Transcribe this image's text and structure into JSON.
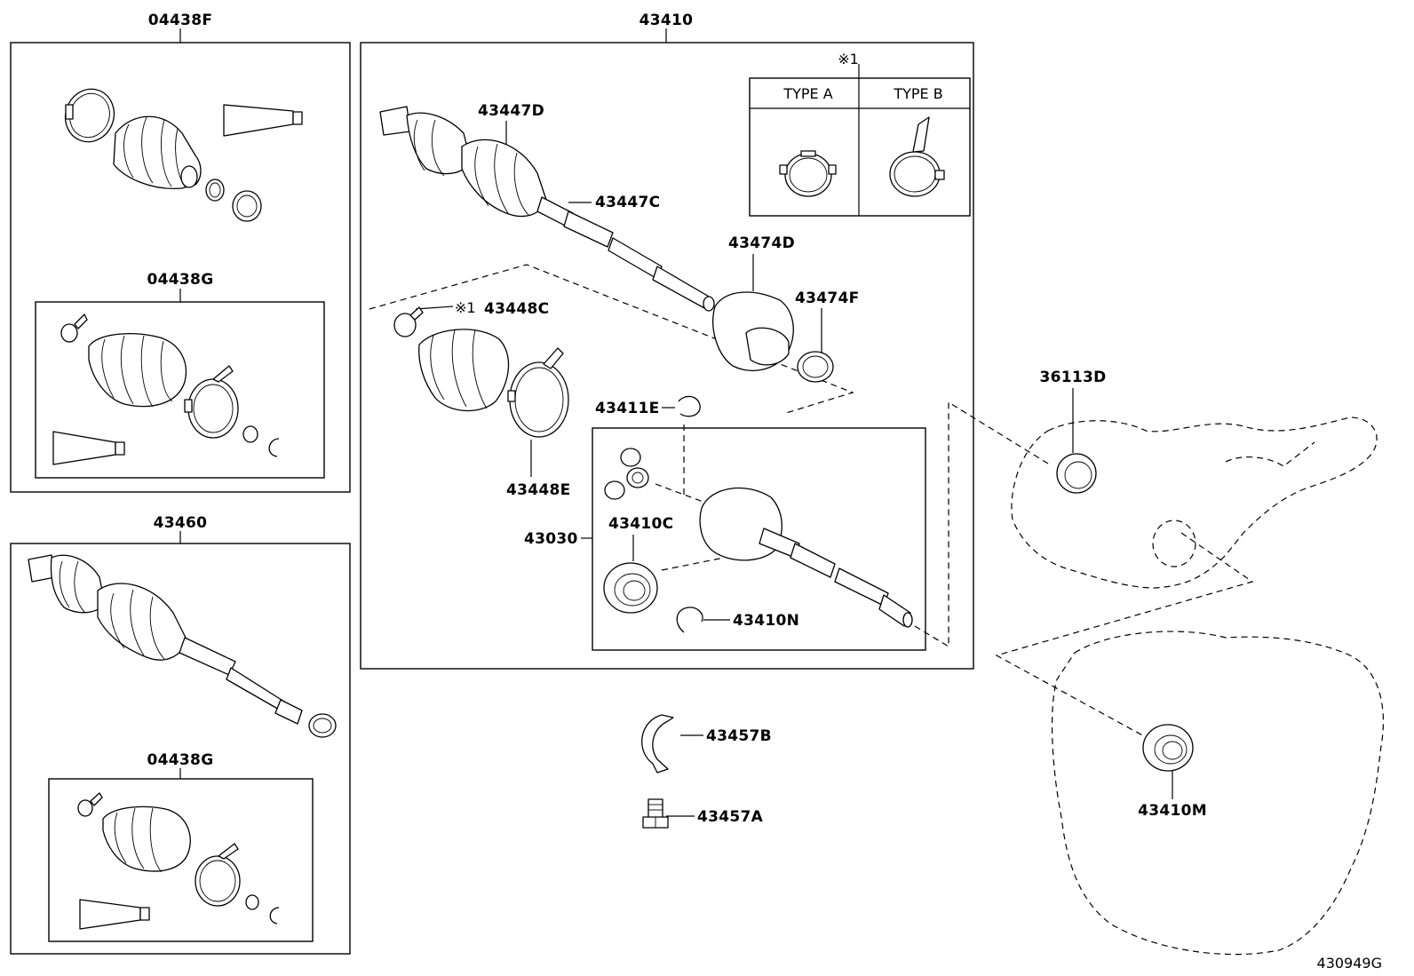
{
  "labels": {
    "p04438F": "04438F",
    "p43410": "43410",
    "p04438G_top": "04438G",
    "p43460": "43460",
    "p04438G_bottom": "04438G",
    "p43447D": "43447D",
    "p43447C": "43447C",
    "p43474D": "43474D",
    "p43474F": "43474F",
    "p43448C": "43448C",
    "note_mark_1": "※1",
    "note_mark_2": "※1",
    "p43411E": "43411E",
    "p43448E": "43448E",
    "p43030": "43030",
    "p43410C": "43410C",
    "p43410N": "43410N",
    "p43457B": "43457B",
    "p43457A": "43457A",
    "p36113D": "36113D",
    "p43410M": "43410M"
  },
  "type_table": {
    "type_a": "TYPE A",
    "type_b": "TYPE B"
  },
  "figure_id": "430949G"
}
